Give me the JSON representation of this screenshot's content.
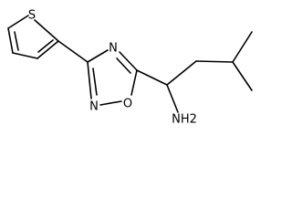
{
  "molecule": {
    "atom_labels": {
      "thiophene_sulfur": "S",
      "oxadiazole_n4": "N",
      "oxadiazole_n2": "N",
      "oxadiazole_o1": "O",
      "amine": "NH2"
    }
  }
}
